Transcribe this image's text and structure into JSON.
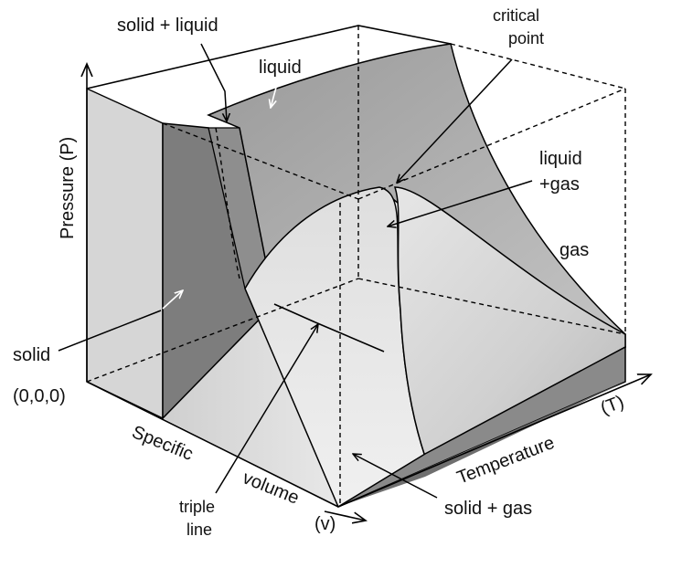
{
  "diagram": {
    "axes": {
      "pressure": "Pressure  (P)",
      "origin": "(0,0,0)",
      "specific": "Specific",
      "volume": "volume",
      "v": "(v)",
      "temperature": "Temperature",
      "t": "(T)"
    },
    "regions": {
      "solid_liquid": "solid + liquid",
      "liquid": "liquid",
      "critical_line1": "critical",
      "critical_line2": "point",
      "liquid_gas_line1": "liquid",
      "liquid_gas_line2": "+gas",
      "gas": "gas",
      "solid": "solid",
      "triple_line1": "triple",
      "triple_line2": "line",
      "solid_gas": "solid + gas"
    },
    "colors": {
      "dark": "#7d7d7d",
      "mid": "#a9a9a9",
      "light": "#d3d3d3",
      "pale": "#e4e4e4"
    }
  }
}
